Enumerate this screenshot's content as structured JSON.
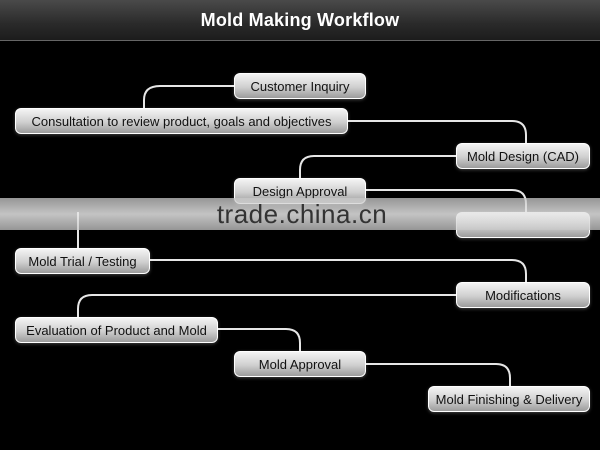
{
  "title": "Mold Making Workflow",
  "nodes": {
    "customer_inquiry": "Customer Inquiry",
    "consultation": "Consultation to review product, goals and objectives",
    "mold_design": "Mold Design (CAD)",
    "design_approval": "Design Approval",
    "hidden_step": "",
    "mold_trial": "Mold Trial / Testing",
    "modifications": "Modifications",
    "evaluation": "Evaluation of Product and Mold",
    "mold_approval": "Mold Approval",
    "finishing": "Mold Finishing & Delivery"
  },
  "watermark": "trade.china.cn",
  "colors": {
    "background": "#000000",
    "connector": "#e6e6e6",
    "node_fill": "#cfcfcf"
  }
}
